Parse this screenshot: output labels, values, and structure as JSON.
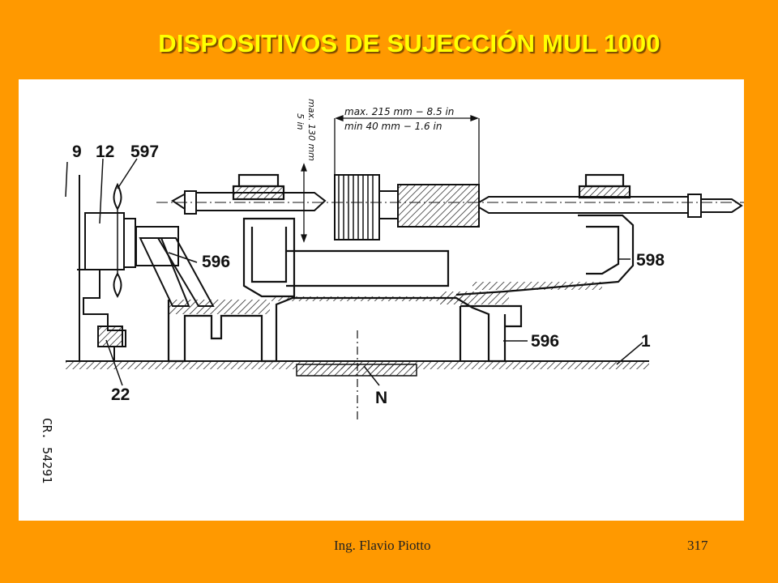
{
  "slide": {
    "title": "DISPOSITIVOS DE SUJECCIÓN MUL 1000",
    "author": "Ing.  Flavio Piotto",
    "page_number": "317"
  },
  "colors": {
    "background": "#FF9900",
    "title": "#FFFF00",
    "panel": "#FFFFFF",
    "ink": "#111111"
  },
  "diagram": {
    "labels": {
      "l9": "9",
      "l12": "12",
      "l597": "597",
      "l596a": "596",
      "l598": "598",
      "l596b": "596",
      "l1": "1",
      "l22": "22",
      "lN": "N"
    },
    "dimensions": {
      "max_length": "max. 215 mm  −  8.5 in",
      "min_length": "min  40 mm  −  1.6 in",
      "max_height": "max. 130 mm",
      "max_height_in": "5 in"
    },
    "reference_code": "CR. 54291"
  }
}
